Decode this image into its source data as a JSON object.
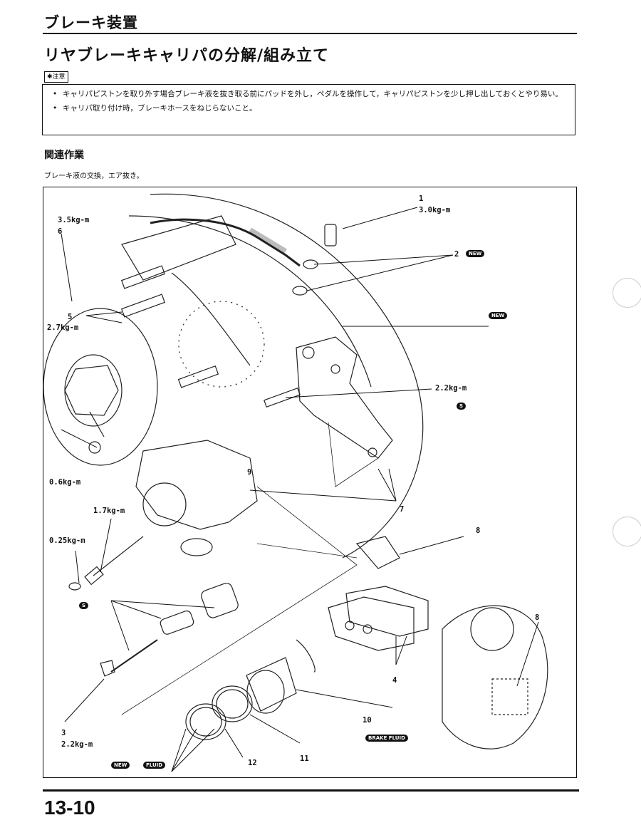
{
  "header": {
    "section_title": "ブレーキ装置",
    "page_heading": "リヤブレーキキャリパの分解/組み立て"
  },
  "caution": {
    "badge": "注意",
    "items": [
      "キャリパピストンを取り外す場合ブレーキ液を抜き取る前にパッドを外し，ペダルを操作して，キャリパピストンを少し押し出しておくとやり易い。",
      "キャリパ取り付け時，ブレーキホースをねじらないこと。"
    ]
  },
  "related": {
    "heading": "関連作業",
    "text": "ブレーキ液の交換，エア抜き。"
  },
  "diagram": {
    "labels": {
      "l1": "1",
      "l1_torque": "3.0kg-m",
      "l2": "2",
      "l3": "3",
      "l3_torque": "2.2kg-m",
      "l4": "4",
      "l5": "5",
      "l5_torque": "2.7kg-m",
      "l6": "6",
      "l6_torque": "3.5kg-m",
      "l7": "7",
      "l8a": "8",
      "l8b": "8",
      "l9": "9",
      "l10": "10",
      "l11": "11",
      "l12": "12",
      "t_pin": "2.2kg-m",
      "t_bleed": "0.6kg-m",
      "t_slide": "1.7kg-m",
      "t_cap": "0.25kg-m"
    },
    "icons": {
      "new": "NEW",
      "grease": "S",
      "brake_fluid": "BRAKE FLUID",
      "fluid": "FLUID"
    }
  },
  "footer": {
    "page_number": "13-10"
  }
}
